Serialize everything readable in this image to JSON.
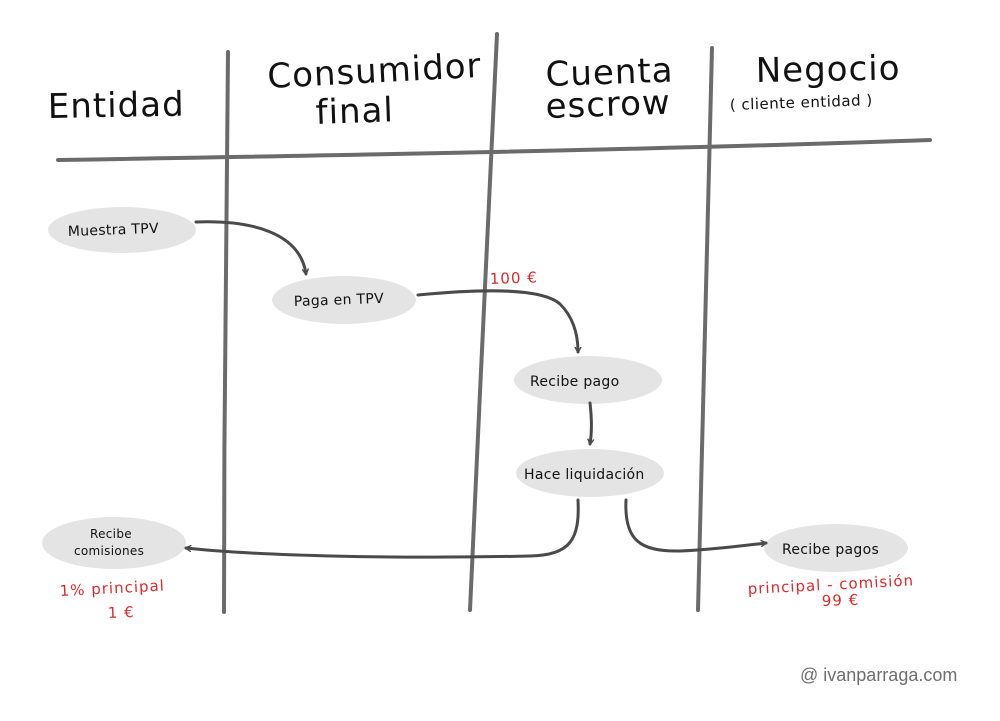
{
  "lanes": {
    "entidad": {
      "title": "Entidad"
    },
    "consumidor": {
      "title_line1": "Consumidor",
      "title_line2": "final"
    },
    "escrow": {
      "title_line1": "Cuenta",
      "title_line2": "escrow"
    },
    "negocio": {
      "title": "Negocio",
      "subtitle": "( cliente entidad )"
    }
  },
  "nodes": {
    "muestra_tpv": "Muestra TPV",
    "paga_tpv": "Paga en TPV",
    "recibe_pago": "Recibe pago",
    "hace_liquidacion": "Hace liquidación",
    "recibe_comisiones_line1": "Recibe",
    "recibe_comisiones_line2": "comisiones",
    "recibe_pagos": "Recibe pagos"
  },
  "annotations": {
    "amount_paid": "100 €",
    "commission_rule": "1% principal",
    "commission_amount": "1 €",
    "payout_rule": "principal - comisión",
    "payout_amount": "99 €"
  },
  "colors": {
    "annotation": "#e0282b",
    "lines": "#6b6b6b",
    "node_fill": "#e4e4e4"
  },
  "credit": "@ ivanparraga.com"
}
